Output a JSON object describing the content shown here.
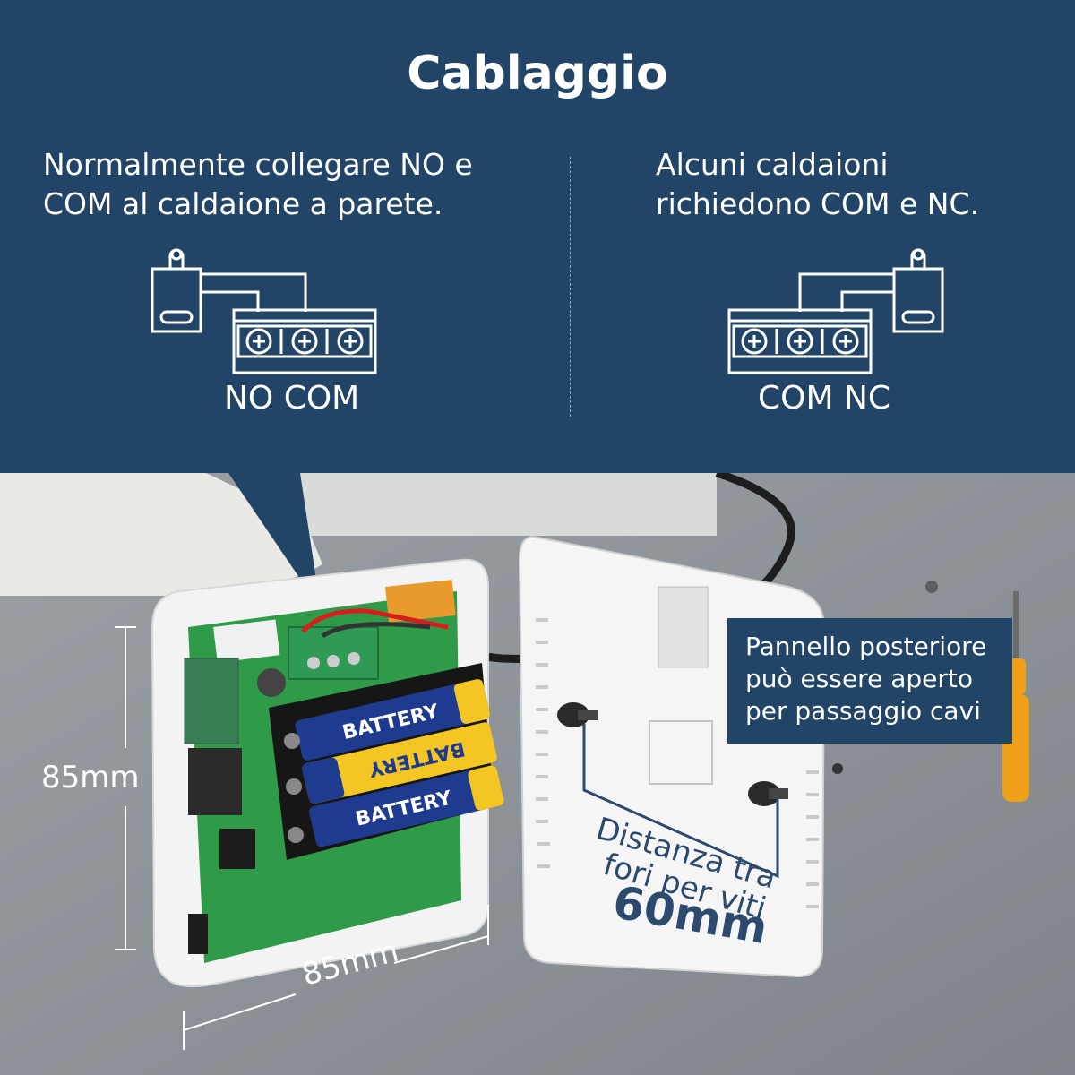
{
  "header": {
    "title": "Cablaggio",
    "left_description": "Normalmente collegare NO e COM al caldaione a parete.",
    "right_description": "Alcuni caldaioni richiedono COM e NC.",
    "left_terminal_label": "NO COM",
    "right_terminal_label": "COM NC"
  },
  "photo": {
    "callout_text": "Pannello posteriore può essere aperto per passaggio cavi",
    "height_label": "85mm",
    "width_label": "85mm",
    "screw_distance_line1": "Distanza tra",
    "screw_distance_line2": "fori per viti",
    "screw_distance_value": "60mm",
    "battery_label": "BATTERY"
  },
  "colors": {
    "navy": "#224466",
    "white": "#ffffff",
    "pcb_green": "#2f9a48",
    "battery_blue": "#1f3b8f",
    "battery_yellow": "#f3c623",
    "screwdriver_orange": "#f0a018"
  },
  "icons": [
    "boiler-icon",
    "terminal-block-icon",
    "screw-terminal-icon",
    "screwdriver-icon"
  ]
}
